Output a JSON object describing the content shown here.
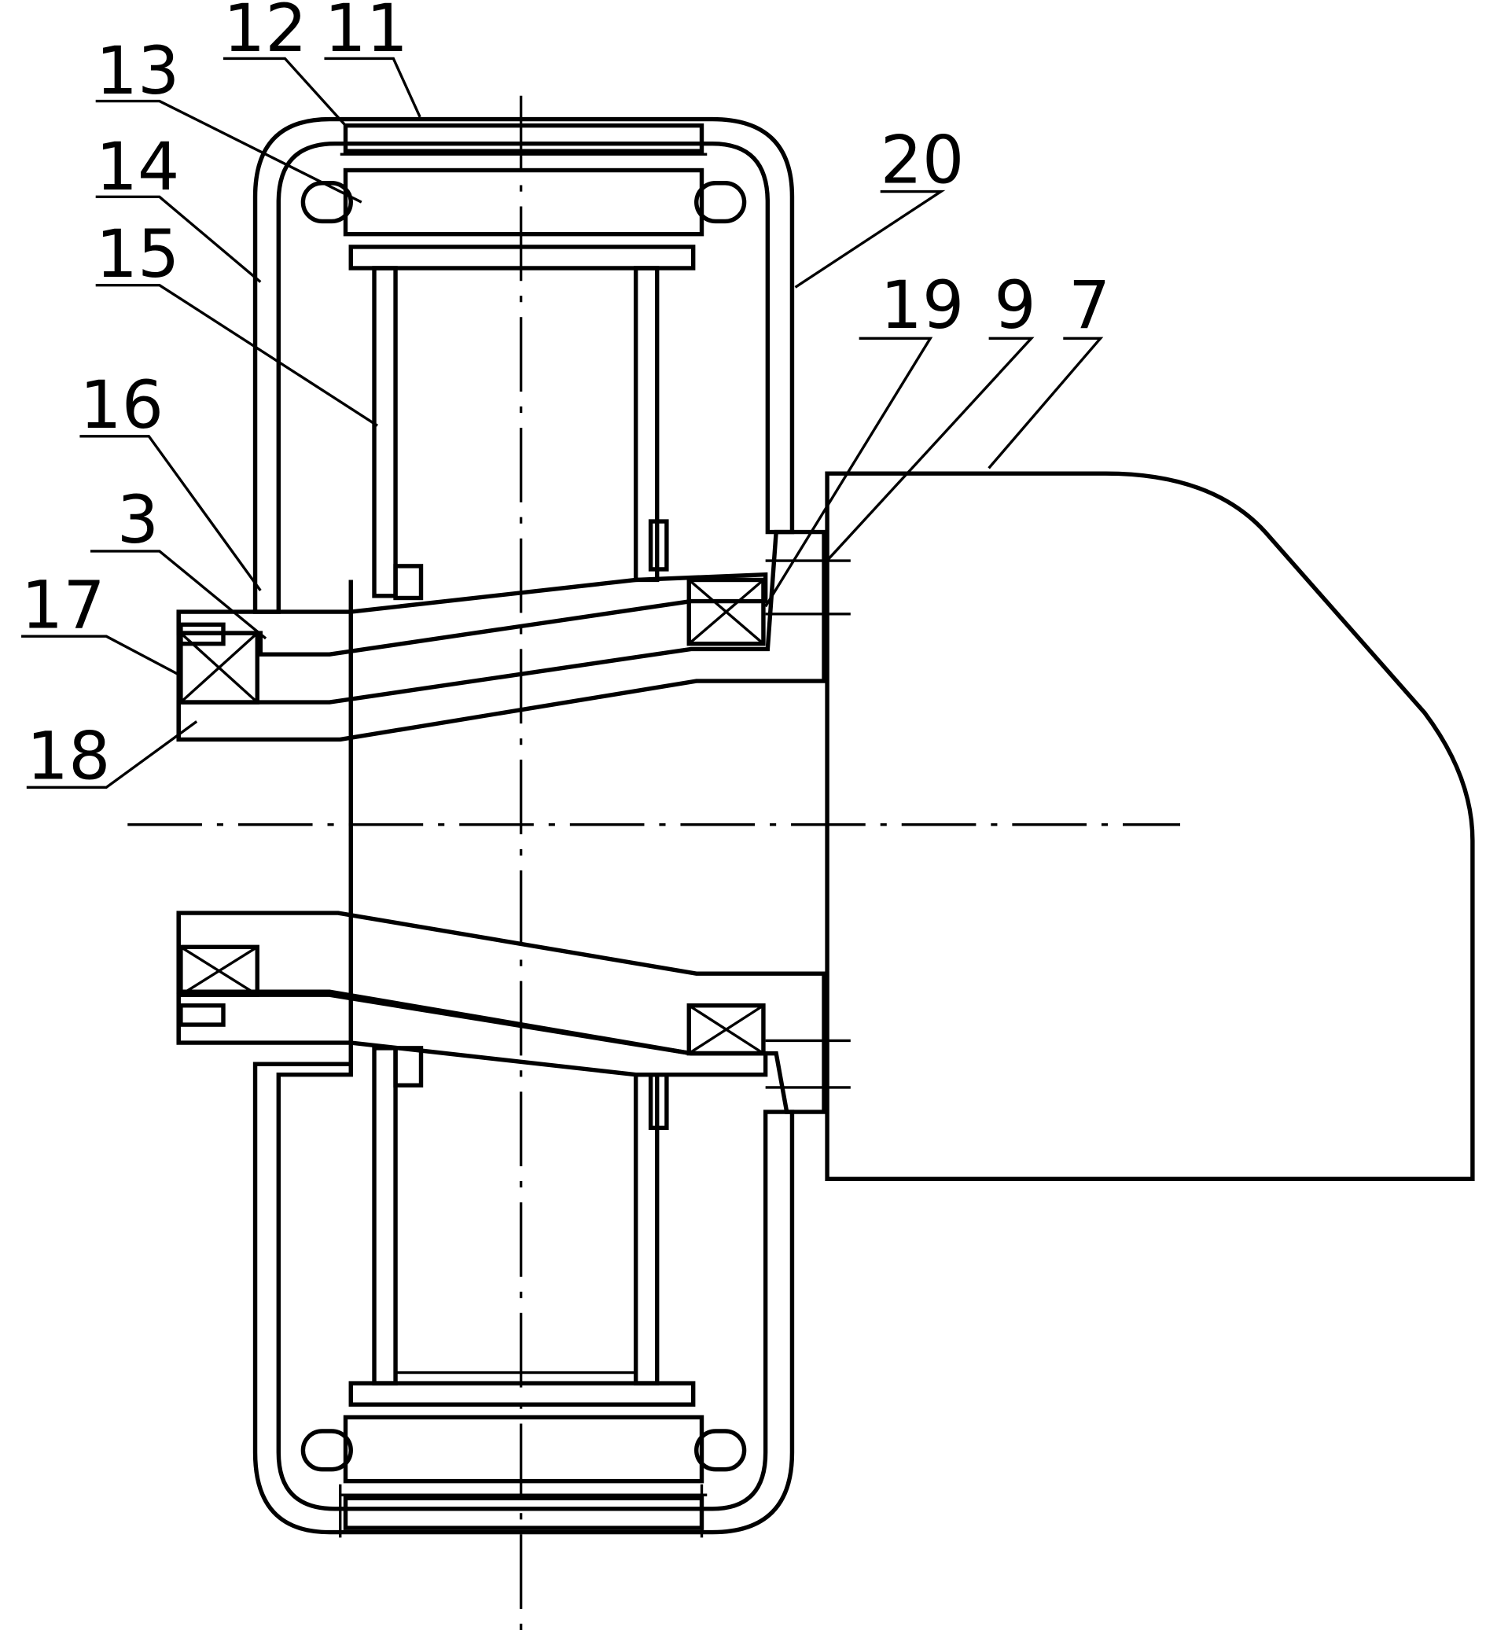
{
  "labels": {
    "l11": "11",
    "l12": "12",
    "l13": "13",
    "l14": "14",
    "l15": "15",
    "l16": "16",
    "l3": "3",
    "l17": "17",
    "l18": "18",
    "l19": "19",
    "l9": "9",
    "l7": "7",
    "l20": "20"
  },
  "colors": {
    "line": "#000000",
    "background": "#ffffff"
  }
}
